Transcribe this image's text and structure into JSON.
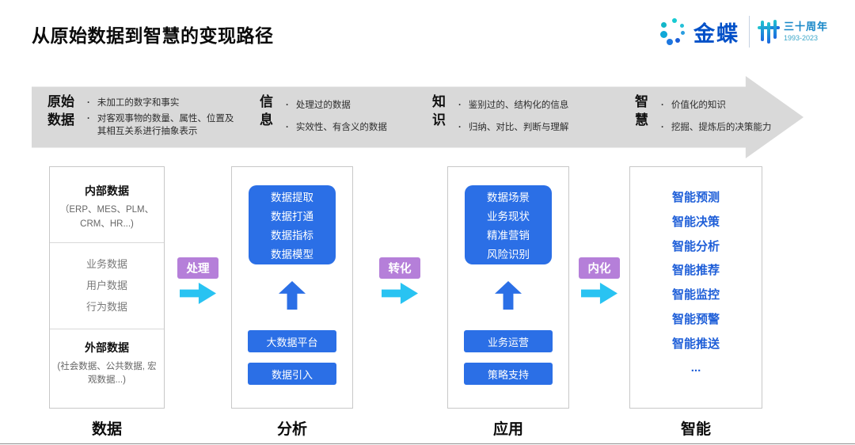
{
  "colors": {
    "accent_blue": "#2b6fe6",
    "text_blue": "#1f5fd8",
    "cyan_arrow": "#29c3f2",
    "purple_label": "#b57fd9",
    "band_gray": "#d9d9d9",
    "brand_blue": "#0050c8",
    "brand_teal": "#1787c8"
  },
  "header": {
    "title": "从原始数据到智慧的变现路径",
    "logo": {
      "brand": "金蝶",
      "anniversary_label": "三十周年",
      "anniversary_years": "1993-2023"
    }
  },
  "band": {
    "stages": [
      {
        "line1": "原始",
        "line2": "数据",
        "bullets": [
          "未加工的数字和事实",
          "对客观事物的数量、属性、位置及其相互关系进行抽象表示"
        ]
      },
      {
        "line1": "信",
        "line2": "息",
        "bullets": [
          "处理过的数据",
          "实效性、有含义的数据"
        ]
      },
      {
        "line1": "知",
        "line2": "识",
        "bullets": [
          "鉴别过的、结构化的信息",
          "归纳、对比、判断与理解"
        ]
      },
      {
        "line1": "智",
        "line2": "慧",
        "bullets": [
          "价值化的知识",
          "挖掘、提炼后的决策能力"
        ]
      }
    ]
  },
  "columns": {
    "data": {
      "internal_title": "内部数据",
      "internal_sub": "（ERP、MES、PLM、CRM、HR...)",
      "middle_items": [
        "业务数据",
        "用户数据",
        "行为数据"
      ],
      "external_title": "外部数据",
      "external_sub": "(社会数据、公共数据, 宏观数据...)"
    },
    "analysis": {
      "top_lines": [
        "数据提取",
        "数据打通",
        "数据指标",
        "数据模型"
      ],
      "bars": [
        "大数据平台",
        "数据引入"
      ]
    },
    "application": {
      "top_lines": [
        "数据场景",
        "业务现状",
        "精准营销",
        "风险识别"
      ],
      "bars": [
        "业务运营",
        "策略支持"
      ]
    },
    "intelligence": {
      "items": [
        "智能预测",
        "智能决策",
        "智能分析",
        "智能推荐",
        "智能监控",
        "智能预警",
        "智能推送",
        "..."
      ]
    }
  },
  "connectors": [
    {
      "label": "处理"
    },
    {
      "label": "转化"
    },
    {
      "label": "内化"
    }
  ],
  "footer": {
    "labels": [
      "数据",
      "分析",
      "应用",
      "智能"
    ]
  }
}
